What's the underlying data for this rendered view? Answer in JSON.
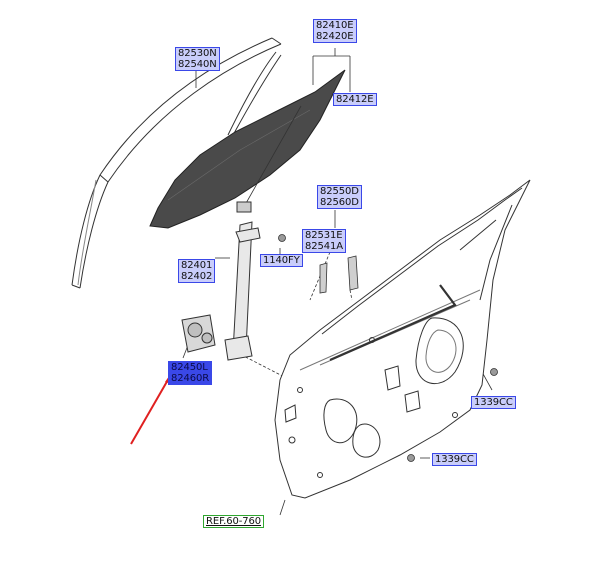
{
  "labels": {
    "p82530": [
      "82530N",
      "82540N"
    ],
    "p82410": [
      "82410E",
      "82420E"
    ],
    "p82412": "82412E",
    "p82550": [
      "82550D",
      "82560D"
    ],
    "p82531": [
      "82531E",
      "82541A"
    ],
    "p82401": [
      "82401",
      "82402"
    ],
    "p1140": "1140FY",
    "p82450": [
      "82450L",
      "82460R"
    ],
    "p1339a": "1339CC",
    "p1339b": "1339CC",
    "ref": "REF.60-760"
  },
  "colors": {
    "label_fill": "#c9cdfb",
    "label_border": "#3a48e8",
    "highlight_fill": "#3a48e8",
    "ref_border": "#2fa62f",
    "arrow": "#e02020",
    "glass": "#4a4a4a"
  }
}
